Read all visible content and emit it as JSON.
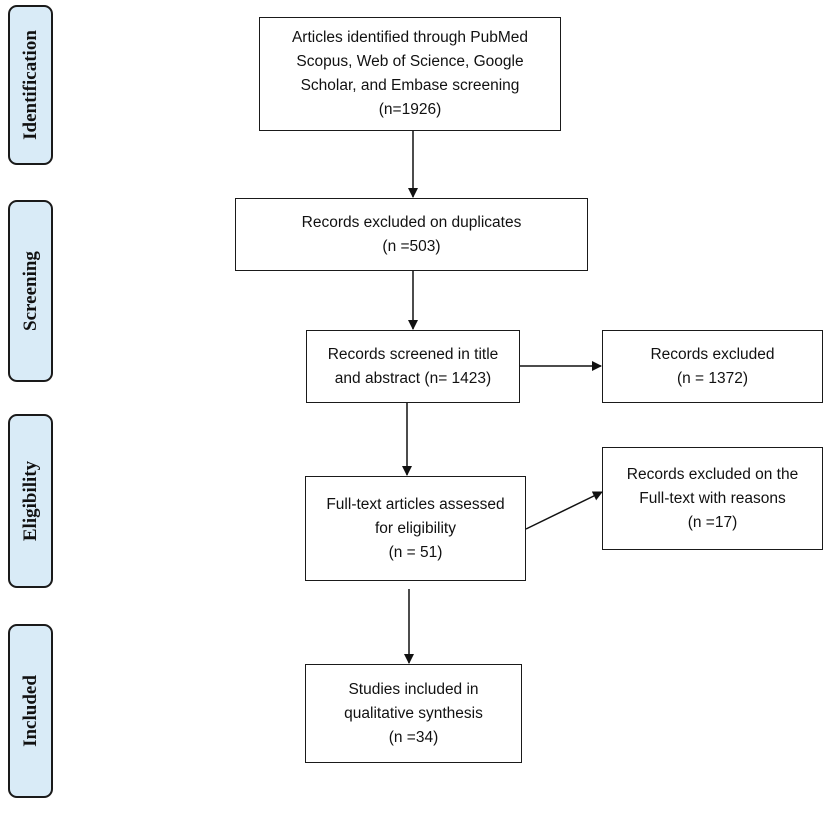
{
  "stages": {
    "identification": "Identification",
    "screening": "Screening",
    "eligibility": "Eligibility",
    "included": "Included"
  },
  "boxes": {
    "identified": [
      "Articles identified through PubMed",
      "Scopus, Web of Science, Google",
      "Scholar, and Embase screening",
      "(n=1926)"
    ],
    "duplicates": [
      "Records excluded on duplicates",
      "(n =503)"
    ],
    "screened": [
      "Records screened in title",
      "and abstract (n= 1423)"
    ],
    "excluded_screen": [
      "Records excluded",
      "(n = 1372)"
    ],
    "fulltext": [
      "Full-text articles assessed",
      "for eligibility",
      "(n = 51)"
    ],
    "excluded_fulltext": [
      "Records excluded on the",
      "Full-text with reasons",
      "(n =17)"
    ],
    "included": [
      "Studies included in",
      "qualitative synthesis",
      "(n =34)"
    ]
  }
}
